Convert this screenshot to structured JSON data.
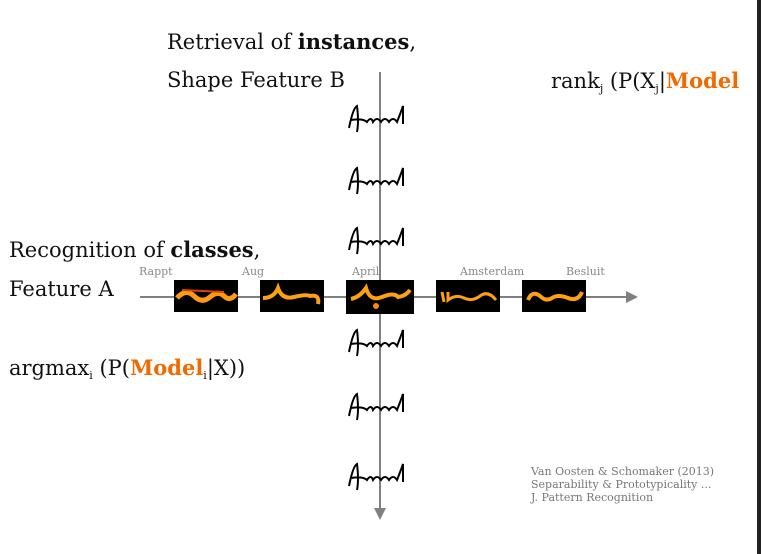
{
  "retrieval": {
    "line1_prefix": "Retrieval of ",
    "line1_bold": "instances",
    "line1_suffix": ",",
    "line2": "Shape Feature B"
  },
  "rank": {
    "prefix": "rank",
    "sub1": "j",
    "mid": " (P(X",
    "sub2": "j",
    "bar": "|",
    "model": "Model"
  },
  "recognition": {
    "line1_prefix": "Recognition of ",
    "line1_bold": "classes",
    "line1_suffix": ",",
    "line2": "Feature A"
  },
  "argmax": {
    "prefix": "argmax",
    "sub1": "i",
    "mid": " (P(",
    "model": "Model",
    "sub2": "i",
    "suffix": "|X))"
  },
  "words": [
    "Rappt",
    "Aug",
    "April",
    "Amsterdam",
    "Besluit"
  ],
  "citation": [
    "Van Oosten & Schomaker (2013)",
    "Separability & Prototypicality ...",
    "J. Pattern Recognition"
  ],
  "colors": {
    "accent": "#f06a00",
    "axis": "#808080"
  }
}
